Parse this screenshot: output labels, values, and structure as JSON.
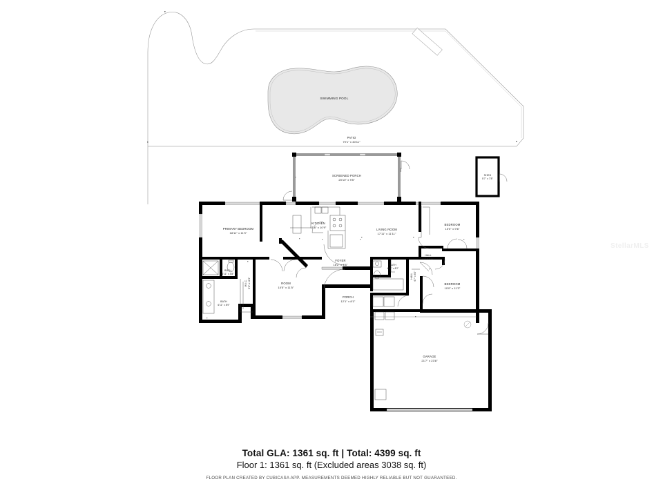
{
  "document": {
    "type": "real-estate-floor-plan",
    "watermark": "StellarMLS"
  },
  "outdoor": {
    "pool": {
      "label": "SWIMMING POOL",
      "dim": ""
    },
    "patio": {
      "label": "PATIO",
      "dim": "79'1\" x 40'11\""
    },
    "screened_porch": {
      "label": "SCREENED PORCH",
      "dim": "20'10\" x 9'5\""
    },
    "shed": {
      "label": "SHED",
      "dim": "5'7\" x 7'8\""
    }
  },
  "rooms": [
    {
      "key": "primary_bedroom",
      "label": "PRIMARY BEDROOM",
      "dim": "18'11\" x 11'9\""
    },
    {
      "key": "kitchen",
      "label": "KITCHEN",
      "dim": "11'6\" x 10'9\""
    },
    {
      "key": "living_room",
      "label": "LIVING ROOM",
      "dim": "17'11\" x 11'11\""
    },
    {
      "key": "bedroom_2",
      "label": "BEDROOM",
      "dim": "10'0\" x 9'6\""
    },
    {
      "key": "bedroom_3",
      "label": "BEDROOM",
      "dim": "10'0\" x 11'3\""
    },
    {
      "key": "bath_1",
      "label": "BATH",
      "dim": "6'11\" x 4'8\""
    },
    {
      "key": "bath_2",
      "label": "BATH",
      "dim": "6'11\" x 8'9\""
    },
    {
      "key": "bath_3",
      "label": "BATH",
      "dim": "4'11\" x 8'2\""
    },
    {
      "key": "wic",
      "label": "W.I.C.",
      "dim": "5'8\" x 11'5\""
    },
    {
      "key": "room",
      "label": "ROOM",
      "dim": "10'5\" x 11'5\""
    },
    {
      "key": "foyer",
      "label": "FOYER",
      "dim": "16'2\" x 4'6\""
    },
    {
      "key": "porch",
      "label": "PORCH",
      "dim": "12'1\" x 8'1\""
    },
    {
      "key": "hall_1",
      "label": "HALL",
      "dim": "5'3\" x 4'11\""
    },
    {
      "key": "hall_2",
      "label": "HALL",
      "dim": "6'7\" x 8'2\""
    },
    {
      "key": "garage",
      "label": "GARAGE",
      "dim": "21'7\" x 23'8\""
    }
  ],
  "footer": {
    "totals": "Total GLA: 1361 sq. ft | Total: 4399 sq. ft",
    "floor": "Floor 1: 1361 sq. ft (Excluded areas 3038 sq. ft)",
    "disclaimer": "FLOOR PLAN CREATED BY CUBICASA APP. MEASUREMENTS DEEMED HIGHLY RELIABLE BUT NOT GUARANTEED."
  },
  "colors": {
    "wall": "#000000",
    "thin_wall": "#9a9a9a",
    "pool_fill": "#e8e8e8",
    "background": "#ffffff",
    "text": "#1a1a1a"
  }
}
